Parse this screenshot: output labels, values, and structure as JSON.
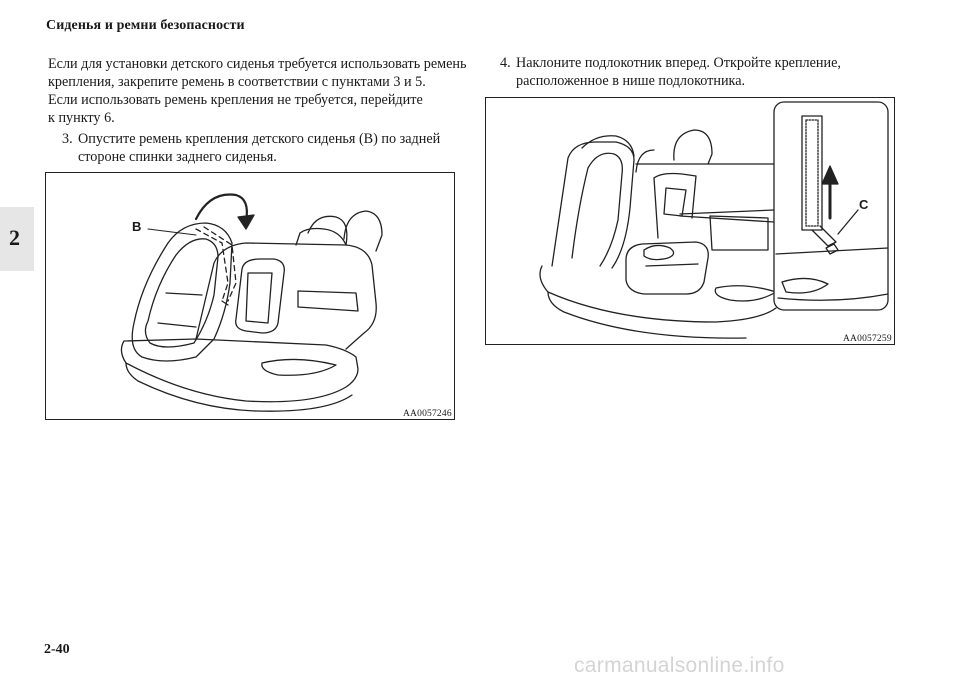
{
  "header": {
    "title": "Сиденья и ремни безопасности"
  },
  "chapter_tab": {
    "number": "2"
  },
  "left_column": {
    "intro_lines": [
      "Если для установки детского сиденья требуется использовать ремень",
      "крепления, закрепите ремень в соответствии с пунктами 3 и 5.",
      "Если использовать ремень крепления не требуется, перейдите",
      "к пункту 6."
    ],
    "step": {
      "number": "3.",
      "lines": [
        "Опустите ремень крепления детского сиденья (B) по задней",
        "стороне спинки заднего сиденья."
      ]
    },
    "figure": {
      "callout": "B",
      "code": "AA0057246"
    }
  },
  "right_column": {
    "step": {
      "number": "4.",
      "lines": [
        "Наклоните подлокотник вперед. Откройте крепление,",
        "расположенное в нише подлокотника."
      ]
    },
    "figure": {
      "callout": "C",
      "code": "AA0057259"
    }
  },
  "footer": {
    "page_number": "2-40",
    "watermark": "carmanualsonline.info"
  }
}
